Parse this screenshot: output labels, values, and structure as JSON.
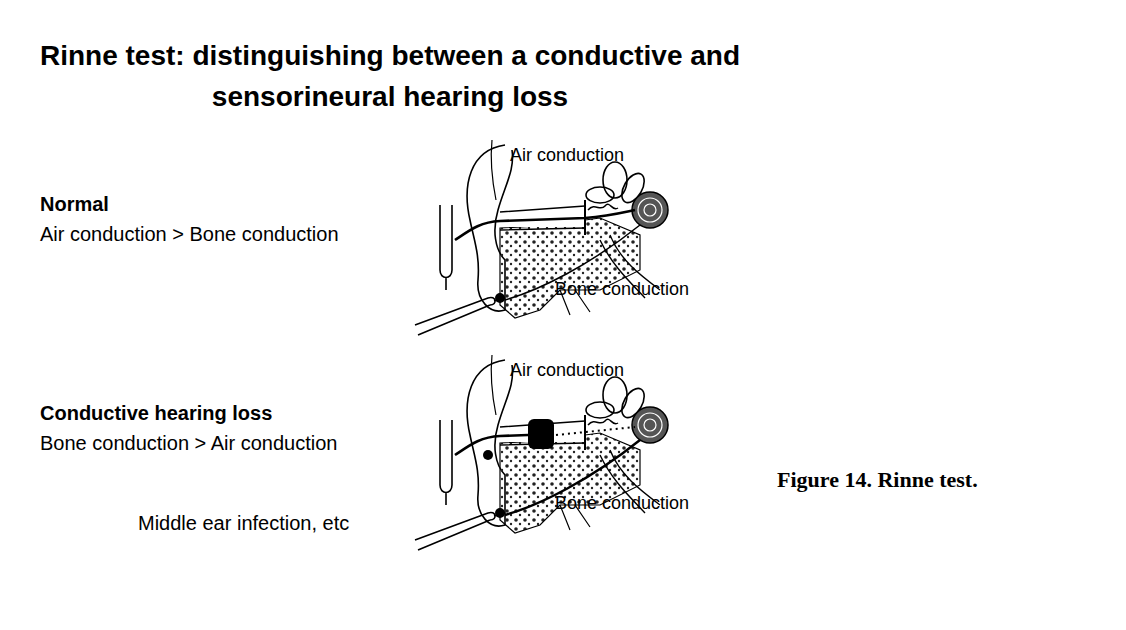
{
  "diagram": {
    "title": "Rinne test: distinguishing between a conductive and sensorineural hearing loss",
    "caption": "Figure 14. Rinne test.",
    "labels": [
      "Normal",
      "Air conduction > Bone conduction",
      "Air conduction",
      "Bone conduction",
      "Conductive hearing loss",
      "Bone conduction > Air conduction",
      "Middle ear infection, etc",
      "Air conduction",
      "Bone conduction"
    ]
  }
}
